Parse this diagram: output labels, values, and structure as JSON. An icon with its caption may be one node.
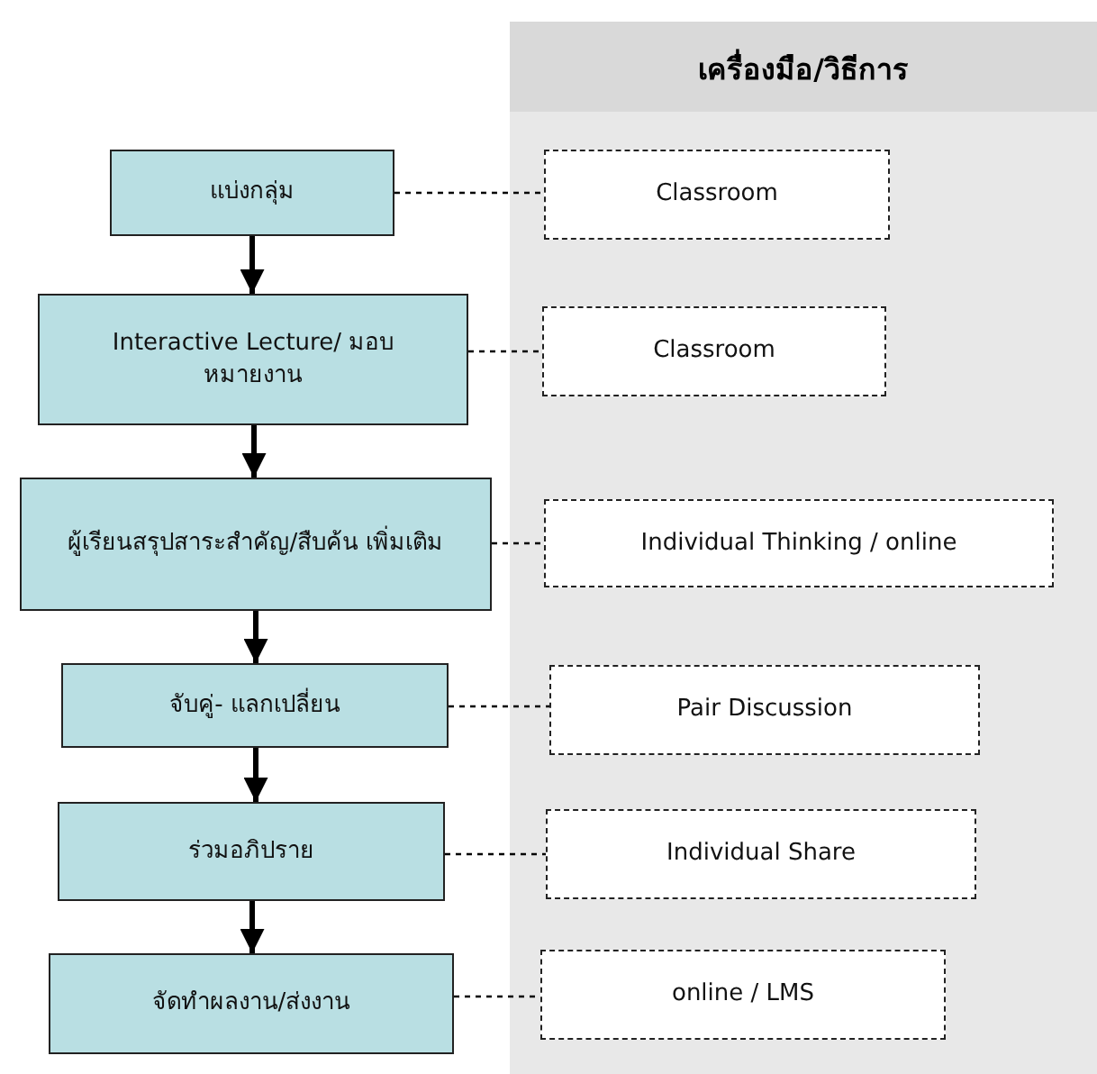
{
  "diagram": {
    "nodes": [
      {
        "text": [
          "เครื่องมือ/วิธีการ"
        ]
      },
      {
        "text": [
          "แบ่งกลุ่ม"
        ]
      },
      {
        "text": [
          "Classroom"
        ],
        "in": 0
      },
      {
        "text": [
          "Interactive Lecture/ มอบหมายงาน"
        ]
      },
      {
        "text": [
          "Classroom"
        ],
        "in": 0
      },
      {
        "text": [
          "ผู้เรียนสรุปสาระสำคัญ/สืบค้น เพิ่มเติม"
        ]
      },
      {
        "text": [
          "Individual Thinking / online"
        ],
        "in": 0
      },
      {
        "text": [
          "จับคู่- แลกเปลี่ยน"
        ]
      },
      {
        "text": [
          "Pair Discussion"
        ],
        "in": 0
      },
      {
        "text": [
          "ร่วมอภิปราย"
        ]
      },
      {
        "text": [
          "Individual Share"
        ],
        "in": 0
      },
      {
        "text": [
          "จัดทำผลงาน/ส่งงาน"
        ]
      },
      {
        "text": [
          "online  / LMS"
        ],
        "in": 0
      }
    ],
    "edges": [
      {
        "from": 1,
        "to": 3,
        "arrow": "to",
        "style": "thick"
      },
      {
        "from": 3,
        "to": 5,
        "arrow": "to",
        "style": "thick"
      },
      {
        "from": 5,
        "to": 7,
        "arrow": "to",
        "style": "thick"
      },
      {
        "from": 7,
        "to": 9,
        "arrow": "to",
        "style": "thick"
      },
      {
        "from": 9,
        "to": 11,
        "arrow": "to",
        "style": "thick"
      },
      {
        "from": 1,
        "to": 2,
        "arrow": "none",
        "style": "dashed"
      },
      {
        "from": 3,
        "to": 4,
        "arrow": "none",
        "style": "dashed"
      },
      {
        "from": 5,
        "to": 6,
        "arrow": "none",
        "style": "dashed"
      },
      {
        "from": 7,
        "to": 8,
        "arrow": "none",
        "style": "dashed"
      },
      {
        "from": 9,
        "to": 10,
        "arrow": "none",
        "style": "dashed"
      },
      {
        "from": 11,
        "to": 12,
        "arrow": "none",
        "style": "dashed"
      }
    ]
  }
}
